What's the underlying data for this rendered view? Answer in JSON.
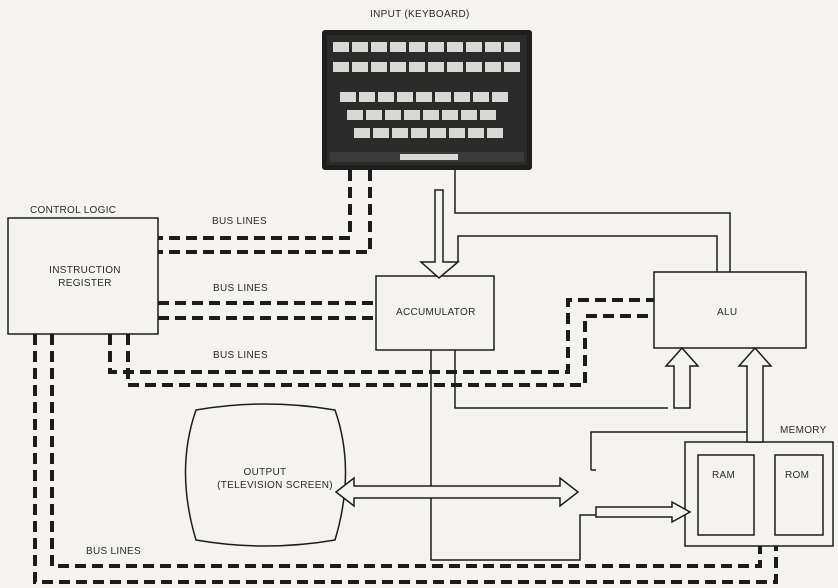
{
  "labels": {
    "input": "INPUT (KEYBOARD)",
    "control_logic": "CONTROL LOGIC",
    "instruction_register": "INSTRUCTION REGISTER",
    "accumulator": "ACCUMULATOR",
    "alu": "ALU",
    "memory": "MEMORY",
    "ram": "RAM",
    "rom": "ROM",
    "output_line1": "OUTPUT",
    "output_line2": "(TELEVISION SCREEN)",
    "bus_lines_1": "BUS LINES",
    "bus_lines_2": "BUS LINES",
    "bus_lines_3": "BUS LINES",
    "bus_lines_4": "BUS LINES"
  },
  "colors": {
    "line": "#1c1c1c",
    "background": "#f4f3ef",
    "keyboard_body": "#1e1e1e",
    "key": "#d8d8d4"
  }
}
